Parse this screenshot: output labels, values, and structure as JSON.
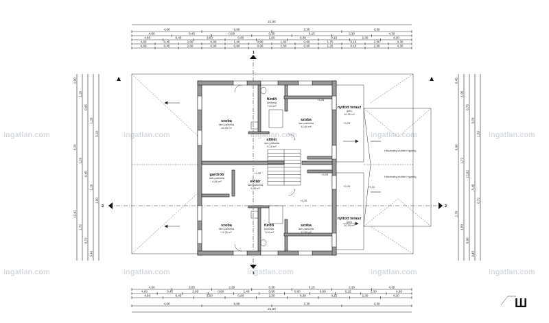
{
  "dims_top": {
    "overall": "21,00",
    "row1": [
      "4,60",
      "9,80",
      "2,30",
      "4,30"
    ],
    "row2": [
      "4,60",
      "0,45",
      "0,90",
      "0,30",
      "0,15",
      "2,30",
      "4,30"
    ],
    "row3": [
      "4,60",
      "0,45",
      "3,50",
      "0,30",
      "1,60",
      "0,30",
      "0,15",
      "2,30",
      "4,30"
    ],
    "row4": [
      "4,60",
      "0,45",
      "2,60",
      "0,90",
      "1,40",
      "0,90",
      "1,60",
      "0,90",
      "1,75",
      "0,15",
      "2,30",
      "4,30"
    ],
    "row5": [
      "4,60",
      "0,45",
      "2,60",
      "0,90",
      "0,90",
      "0,90",
      "2,50",
      "0,90",
      "1,25",
      "0,15",
      "2,30",
      "4,30"
    ]
  },
  "dims_bottom": {
    "row1": [
      "4,60",
      "3,05",
      "2,30",
      "0,30",
      "0,15",
      "2,30",
      "4,30"
    ],
    "row2": [
      "4,60",
      "0,45",
      "2,60",
      "0,90",
      "1,40",
      "0,90",
      "0,60",
      "0,90",
      "0,15",
      "2,30",
      "4,30"
    ],
    "row3": [
      "4,60",
      "0,45",
      "3,50",
      "0,30",
      "2,30",
      "0,30",
      "0,15",
      "2,30",
      "4,30"
    ],
    "row4": [
      "4,60",
      "9,80",
      "2,30",
      "4,30"
    ],
    "overall": "21,00"
  },
  "dims_left": [
    "1,90",
    "1,20",
    "0,45",
    "1,20",
    "3,10",
    "3,20",
    "1,20",
    "0,45",
    "1,20",
    "1,90",
    "12,62",
    "1,72",
    "0,72",
    "3,40"
  ],
  "dims_right": [
    "0,45",
    "1,90",
    "0,75",
    "3,70",
    "1,50",
    "0,90",
    "1,72",
    "12,62",
    "3,40",
    "0,72",
    "2,70",
    "1,50",
    "0,90",
    "0,45"
  ],
  "rooms": {
    "room_a": {
      "name": "szoba",
      "floor": "lam.parketta",
      "area": "16,55 m²"
    },
    "room_b": {
      "name": "fürdő",
      "floor": "kerámia",
      "area": "7,04 m²"
    },
    "room_c": {
      "name": "szoba",
      "floor": "lam.parketta",
      "area": "12,60 m²"
    },
    "room_d": {
      "name": "nyitott terasz",
      "floor": "gres",
      "area": "10,30 m²"
    },
    "room_e": {
      "name": "előtér",
      "floor": "lam.parketta",
      "area": "5,18 m²"
    },
    "room_f": {
      "name": "gardrób",
      "floor": "lam.parketta",
      "area": "4,80 m²"
    },
    "room_g": {
      "name": "előtér",
      "floor": "lam.parketta",
      "area": "5,38 m²"
    },
    "room_h": {
      "name": "szoba",
      "floor": "lam.parketta",
      "area": "11,26 m²"
    },
    "room_i": {
      "name": "fürdő",
      "floor": "kerámia",
      "area": "7,04 m²"
    },
    "room_j": {
      "name": "szoba",
      "floor": "lam.parketta",
      "area": "12,60 m²"
    },
    "room_k": {
      "name": "nyitott terasz",
      "floor": "gres",
      "area": "10,30 m²"
    }
  },
  "levels": {
    "l1": "+3,25",
    "l2": "+3,25",
    "l3": "+3,25",
    "l4": "+3,25",
    "l5": "+3,25",
    "l6": "+3,22",
    "l7": "+3,25"
  },
  "notes": {
    "nyilo1": "Hőszivattyú kültéri egység",
    "nyilo2": "Hőszivattyú kültéri egység"
  },
  "section_marks": {
    "top": "1",
    "bottom": "1",
    "left": "2",
    "right": "2"
  },
  "watermark": "ingatlan.com",
  "north_symbol": "Ш",
  "colors": {
    "wall": "#9a9a9a",
    "line": "#222222",
    "watermark": "#d6dbe0"
  }
}
